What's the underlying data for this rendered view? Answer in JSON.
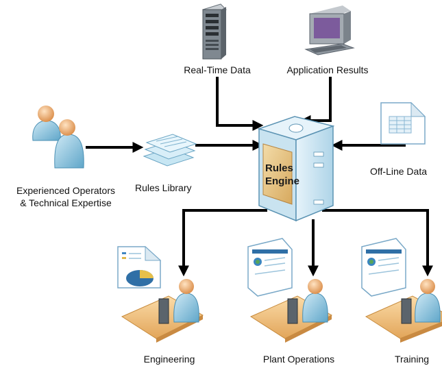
{
  "nodes": {
    "realtime": "Real-Time Data",
    "appresults": "Application Results",
    "offline": "Off-Line Data",
    "operators_line1": "Experienced Operators",
    "operators_line2": "& Technical Expertise",
    "library": "Rules Library",
    "engine_line1": "Rules",
    "engine_line2": "Engine",
    "engineering": "Engineering",
    "plantops": "Plant Operations",
    "training": "Training"
  },
  "colors": {
    "arrow": "#000000",
    "person": "#8fc6de",
    "head": "#f4b77c",
    "server_face": "#d7edf7",
    "engine_panel": "#e7c88a",
    "desk": "#f5c98a"
  },
  "icons": [
    "server-icon",
    "computer-icon",
    "users-icon",
    "documents-icon",
    "spreadsheet-icon",
    "rules-engine-icon",
    "workstation-icon"
  ]
}
